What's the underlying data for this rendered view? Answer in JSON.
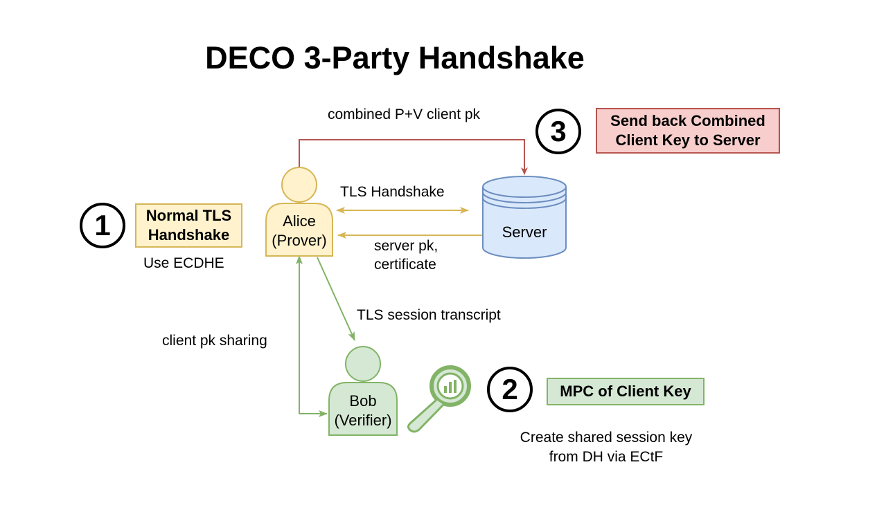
{
  "title": "DECO 3-Party Handshake",
  "colors": {
    "alice_fill": "#fff2cc",
    "alice_stroke": "#d6b656",
    "bob_fill": "#d5e8d4",
    "bob_stroke": "#82b366",
    "server_fill": "#dae8fc",
    "server_stroke": "#6c8ebf",
    "red_arrow": "#b85450",
    "yellow_arrow": "#d6b656",
    "green_arrow": "#82b366"
  },
  "alice": {
    "line1": "Alice",
    "line2": "(Prover)"
  },
  "bob": {
    "line1": "Bob",
    "line2": "(Verifier)"
  },
  "server": {
    "label": "Server"
  },
  "edges": {
    "combined_pk": "combined P+V client pk",
    "tls_handshake": "TLS Handshake",
    "server_pk_line1": "server pk,",
    "server_pk_line2": "certificate",
    "tls_transcript": "TLS session transcript",
    "client_pk_sharing": "client pk sharing"
  },
  "steps": [
    {
      "number": "1",
      "box_line1": "Normal TLS",
      "box_line2": "Handshake",
      "note": "Use ECDHE"
    },
    {
      "number": "2",
      "box_line1": "MPC of Client Key",
      "note_line1": "Create shared session key",
      "note_line2": "from DH via ECtF"
    },
    {
      "number": "3",
      "box_line1": "Send back Combined",
      "box_line2": "Client Key to Server"
    }
  ],
  "icons": {
    "magnifier": "magnifier-chart-icon"
  }
}
